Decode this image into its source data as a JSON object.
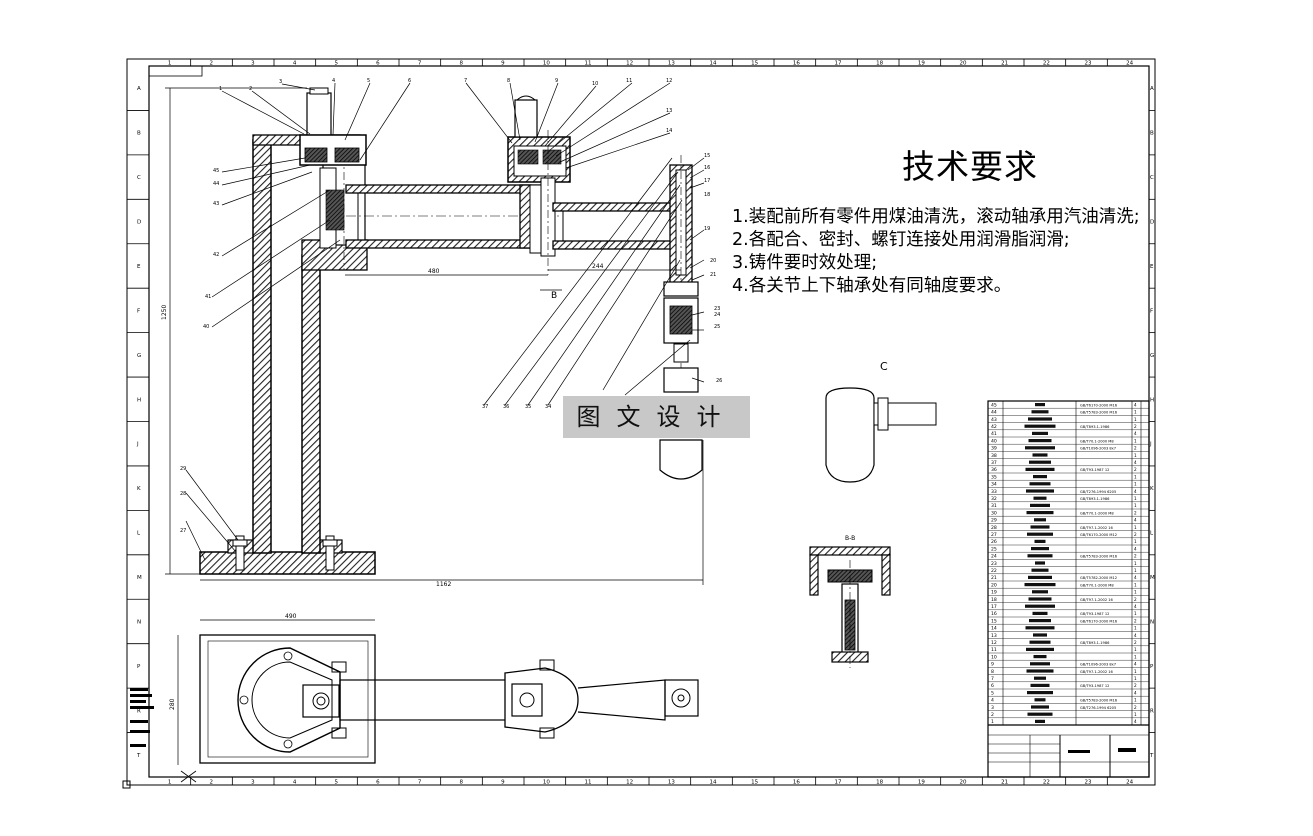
{
  "drawing": {
    "border_columns": [
      "1",
      "2",
      "3",
      "4",
      "5",
      "6",
      "7",
      "8",
      "9",
      "10",
      "11",
      "12",
      "13",
      "14",
      "15",
      "16",
      "17",
      "18",
      "19",
      "20",
      "21",
      "22",
      "23",
      "24"
    ],
    "border_rows": [
      "A",
      "B",
      "C",
      "D",
      "E",
      "F",
      "G",
      "H",
      "J",
      "K",
      "L",
      "M",
      "N",
      "P",
      "R",
      "T"
    ],
    "dimensions": [
      "1162",
      "490",
      "280",
      "1250",
      "480",
      "244"
    ],
    "section_labels": [
      "C",
      "B-B",
      "B"
    ]
  },
  "tech_requirements": {
    "title": "技术要求",
    "notes": [
      "1.装配前所有零件用煤油清洗，滚动轴承用汽油清洗;",
      "2.各配合、密封、螺钉连接处用润滑脂润滑;",
      "3.铸件要时效处理;",
      "4.各关节上下轴承处有同轴度要求。"
    ]
  },
  "watermark": "图文设计",
  "bom": {
    "row_numbers": [
      "45",
      "44",
      "43",
      "42",
      "41",
      "40",
      "39",
      "38",
      "37",
      "36",
      "35",
      "34",
      "33",
      "32",
      "31",
      "30",
      "29",
      "28",
      "27",
      "26",
      "25",
      "24",
      "23",
      "22",
      "21",
      "20",
      "19",
      "18",
      "17",
      "16",
      "15",
      "14",
      "13",
      "12",
      "11",
      "10",
      "9",
      "8",
      "7",
      "6",
      "5",
      "4",
      "3",
      "2",
      "1"
    ],
    "standards": [
      "GB/T6170-2000 M16",
      "GB/T5783-2000 M16",
      "GB/T276-1994 6205",
      "GB/T893.1-1986",
      "GB/T5782-2000 M12",
      "GB/T70.1-2000 M8",
      "GB/T1096-2003 8x7",
      "GB/T97.1-2002 16",
      "GB/T6170-2000 M12",
      "GB/T93-1987 12"
    ]
  },
  "colors": {
    "line": "#000000",
    "hatch": "#444444",
    "bg": "#ffffff"
  }
}
